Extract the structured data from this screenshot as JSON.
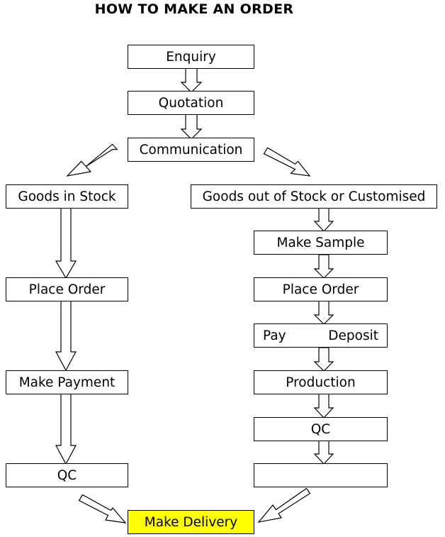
{
  "title": "HOW TO MAKE AN ORDER",
  "steps": {
    "enquiry": "Enquiry",
    "quotation": "Quotation",
    "communication": "Communication",
    "in_stock": "Goods in Stock",
    "out_of_stock": "Goods out of Stock or Customised",
    "make_sample": "Make Sample",
    "place_order_left": "Place Order",
    "place_order_right": "Place Order",
    "pay": "Pay",
    "deposit": "Deposit",
    "make_payment": "Make Payment",
    "production": "Production",
    "qc_left": "QC",
    "qc_right": "QC",
    "make_delivery": "Make Delivery"
  },
  "colors": {
    "highlight": "#ffff00"
  }
}
